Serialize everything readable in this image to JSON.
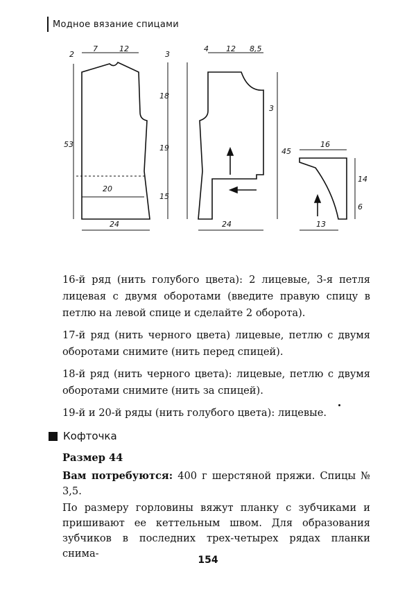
{
  "header": {
    "running_title": "Модное вязание спицами"
  },
  "figure": {
    "labels": {
      "d2": "2",
      "d7": "7",
      "d12a": "12",
      "d3a": "3",
      "d4": "4",
      "d12b": "12",
      "d85": "8,5",
      "d53": "53",
      "d18": "18",
      "d19": "19",
      "d15": "15",
      "d20": "20",
      "d24a": "24",
      "d45": "45",
      "d3b": "3",
      "d24b": "24",
      "d16": "16",
      "d14": "14",
      "d6": "6",
      "d13": "13"
    }
  },
  "body": {
    "p1": "16-й ряд (нить голубого цвета): 2 лицевые, 3-я петля лицевая с двумя оборотами (введите правую спицу в петлю на левой спице и сделайте 2 оборота).",
    "p2": "17-й ряд (нить черного цвета) лицевые, петлю с двумя оборотами снимите (нить перед спицей).",
    "p3": "18-й ряд (нить черного цвета): лицевые, петлю с двумя оборотами снимите (нить за спицей).",
    "p4": "19-й и 20-й ряды (нить голубого цвета): лицевые."
  },
  "section": {
    "title": "Кофточка",
    "size": "Размер 44",
    "materials_label": "Вам потребуются:",
    "materials_text": "400 г шерстяной пряжи. Спицы № 3,5.",
    "para": "По размеру горловины вяжут планку с зубчиками и пришивают ее кеттельным швом. Для образования зубчиков в последних трех-четырех рядах планки снима-"
  },
  "page_number": "154"
}
